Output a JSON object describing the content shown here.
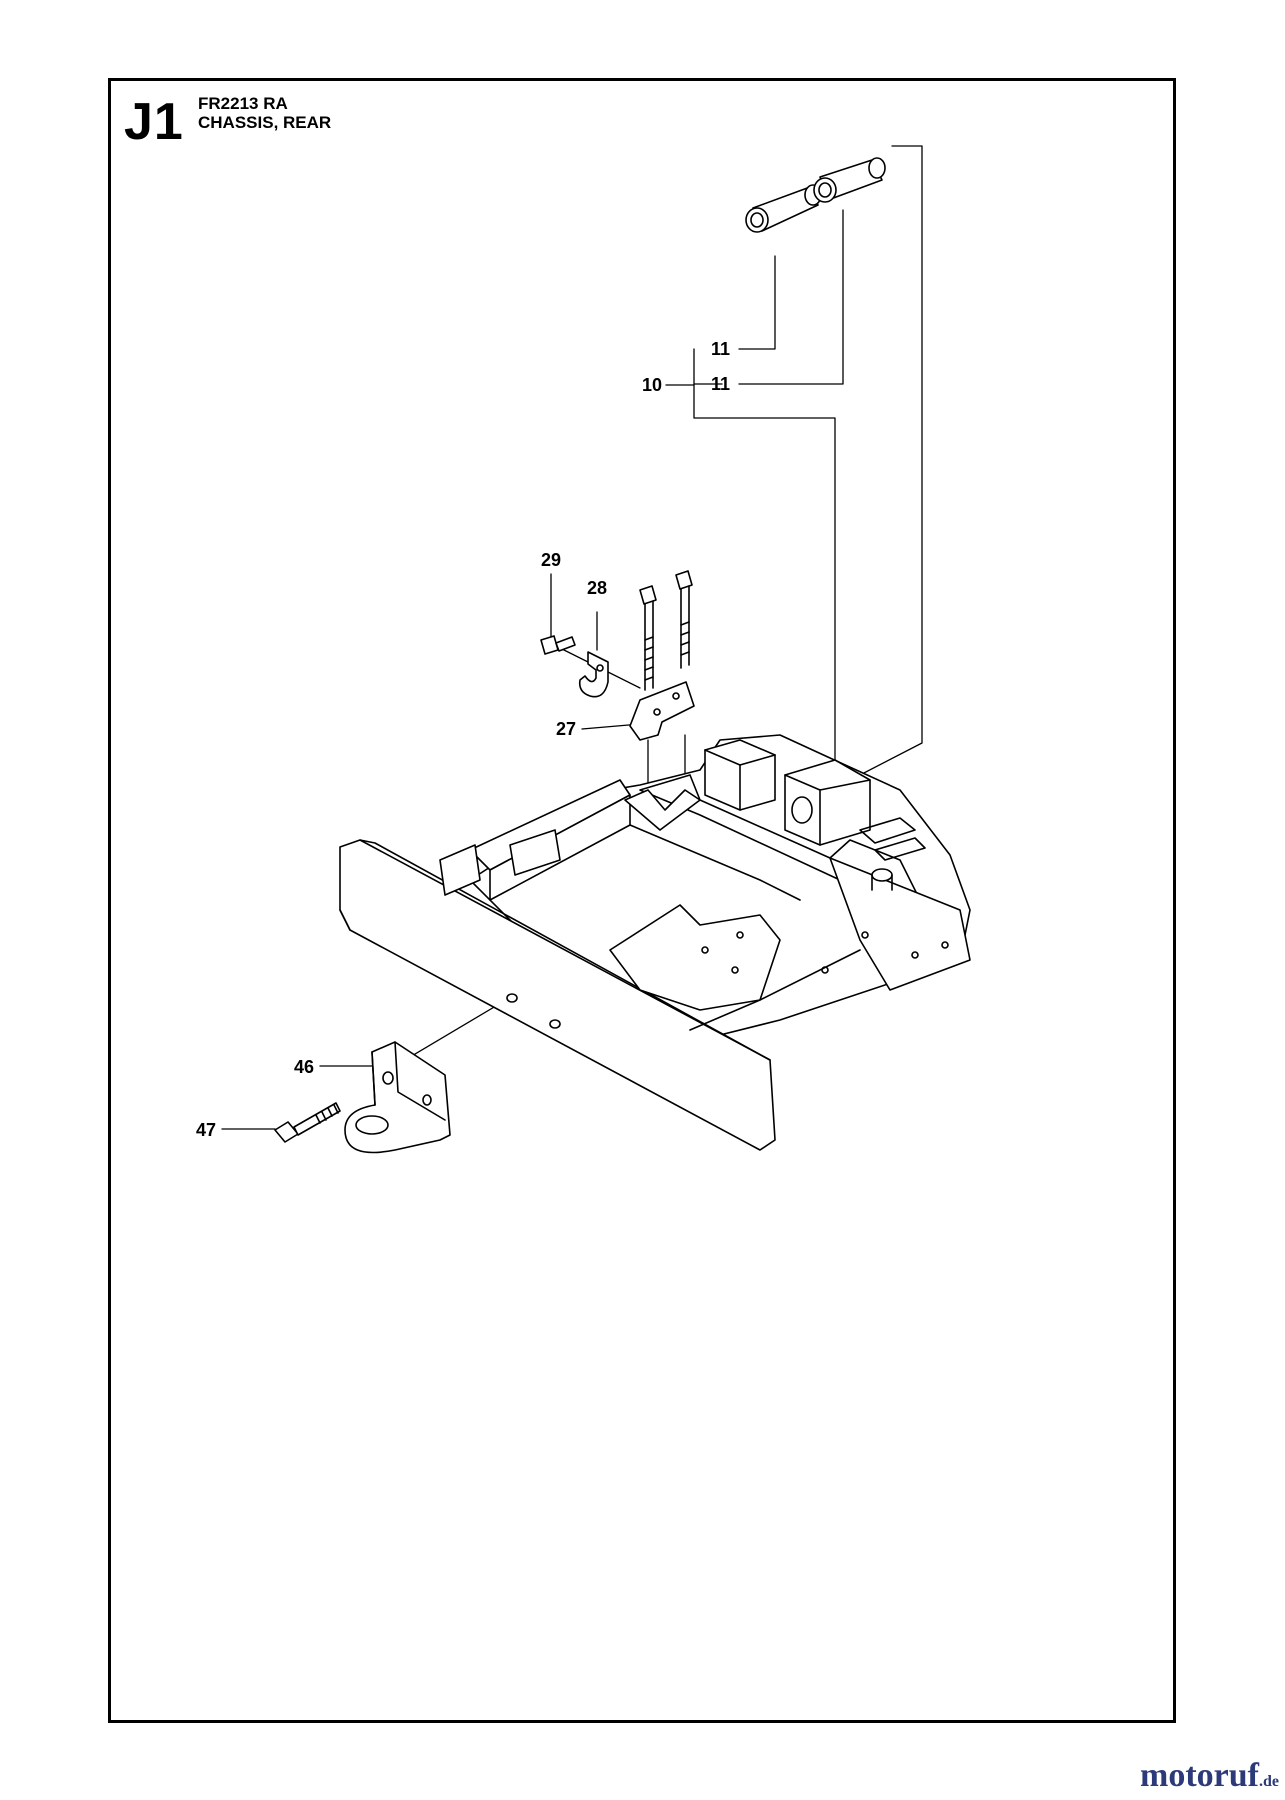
{
  "header": {
    "section_code": "J1",
    "model": "FR2213 RA",
    "title": "CHASSIS, REAR"
  },
  "callouts": [
    {
      "id": "c11a",
      "label": "11"
    },
    {
      "id": "c11b",
      "label": "11"
    },
    {
      "id": "c10",
      "label": "10"
    },
    {
      "id": "c29",
      "label": "29"
    },
    {
      "id": "c28",
      "label": "28"
    },
    {
      "id": "c27",
      "label": "27"
    },
    {
      "id": "c46",
      "label": "46"
    },
    {
      "id": "c47",
      "label": "47"
    }
  ],
  "watermark": {
    "brand": "motoruf",
    "tld": ".de",
    "color": "#2c3a7a"
  }
}
